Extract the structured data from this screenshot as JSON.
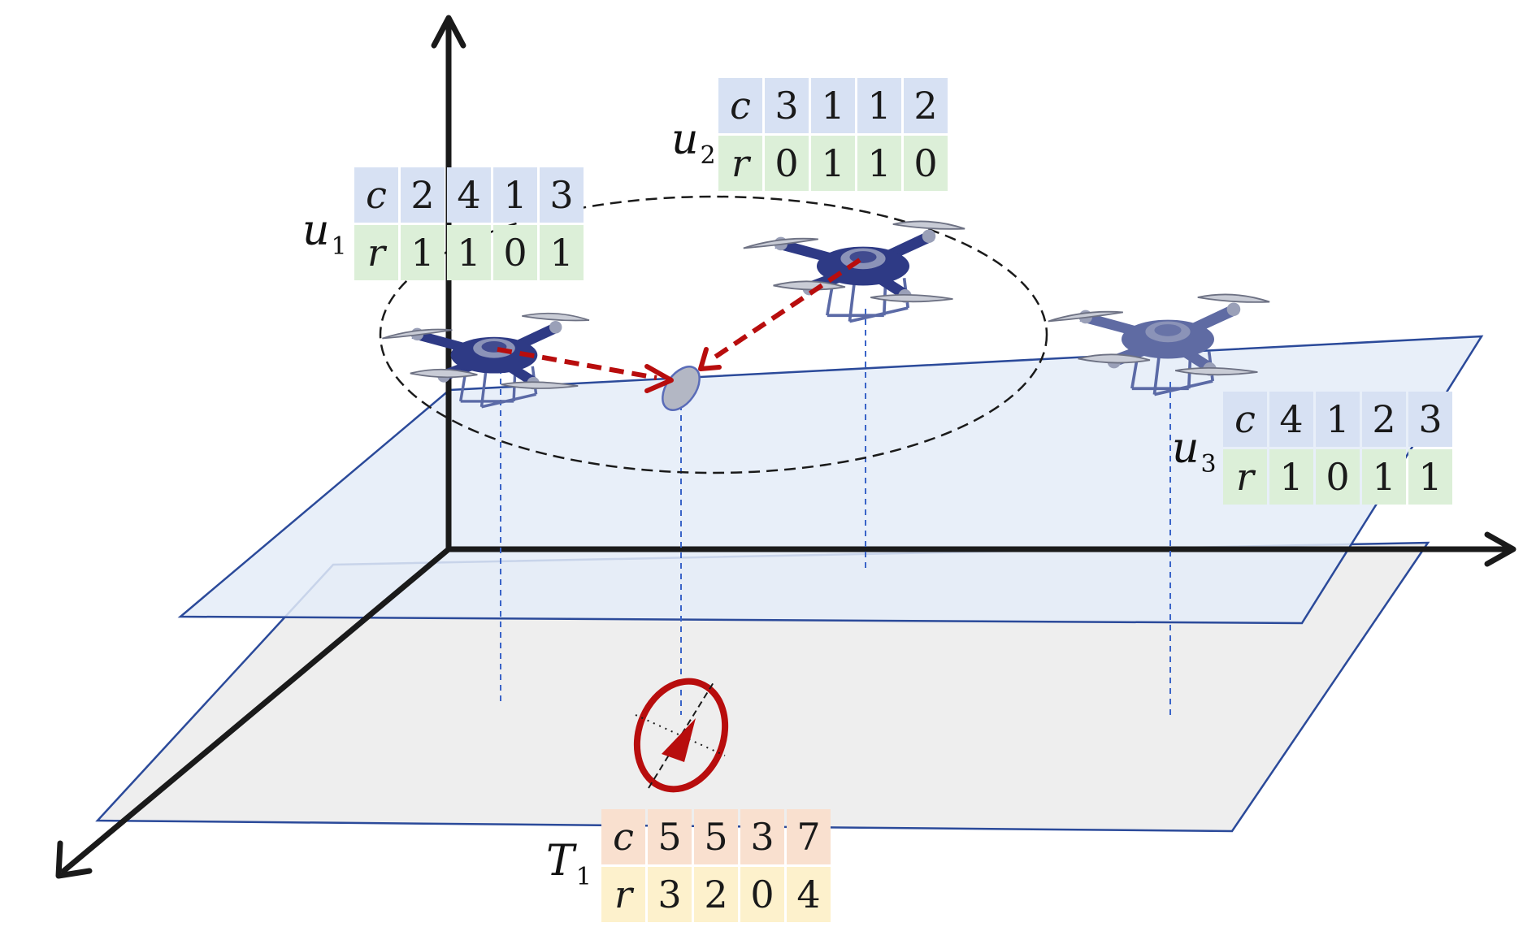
{
  "uavs": [
    {
      "name": "u",
      "index": "1",
      "c_row": [
        "c",
        "2",
        "4",
        "1",
        "3"
      ],
      "r_row": [
        "r",
        "1",
        "1",
        "0",
        "1"
      ]
    },
    {
      "name": "u",
      "index": "2",
      "c_row": [
        "c",
        "3",
        "1",
        "1",
        "2"
      ],
      "r_row": [
        "r",
        "0",
        "1",
        "1",
        "0"
      ]
    },
    {
      "name": "u",
      "index": "3",
      "c_row": [
        "c",
        "4",
        "1",
        "2",
        "3"
      ],
      "r_row": [
        "r",
        "1",
        "0",
        "1",
        "1"
      ]
    }
  ],
  "target": {
    "name": "T",
    "index": "1",
    "c_row": [
      "c",
      "5",
      "5",
      "3",
      "7"
    ],
    "r_row": [
      "r",
      "3",
      "2",
      "0",
      "4"
    ]
  },
  "colors": {
    "drone_body": "#2e3a85",
    "drone_body_faded": "#5f6ba3",
    "arrow_red": "#b80d0d",
    "upper_plane": "#e4ecf8",
    "lower_plane": "#eeeeee",
    "plane_edge": "#2b4a9a",
    "table_c_uav": "#d7e1f3",
    "table_r_uav": "#dcefd8",
    "table_c_target": "#f9e0cf",
    "table_r_target": "#fdf1cc"
  }
}
